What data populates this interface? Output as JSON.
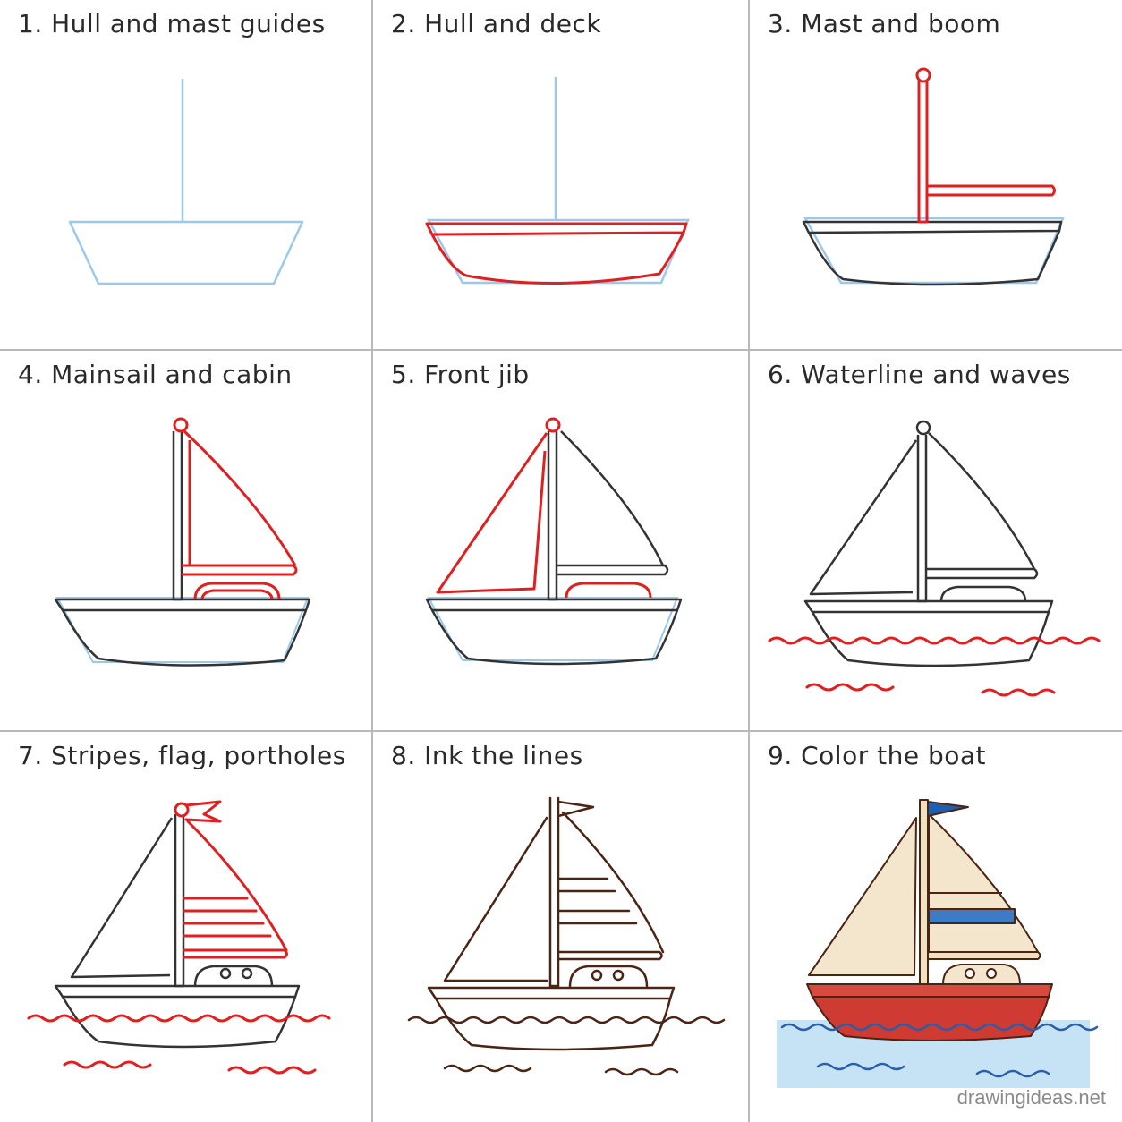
{
  "steps": [
    {
      "label": "1.  Hull and mast guides"
    },
    {
      "label": "2.  Hull and deck"
    },
    {
      "label": "3.  Mast and boom"
    },
    {
      "label": "4.  Mainsail and cabin"
    },
    {
      "label": "5.  Front jib"
    },
    {
      "label": "6.  Waterline and waves"
    },
    {
      "label": "7.  Stripes, flag, portholes"
    },
    {
      "label": "8.  Ink the lines"
    },
    {
      "label": "9.  Color the boat"
    }
  ],
  "watermark": "drawingideas.net",
  "colors": {
    "guide": "#9cc8ec",
    "new_stroke": "#e02020",
    "pencil": "#333333",
    "ink": "#4a2414",
    "hull_fill": "#cf3a32",
    "sail_fill": "#f3e6cc",
    "stripe_blue": "#3d7cc4",
    "flag_blue": "#1f5fb0",
    "water": "#b8dcf2",
    "divider": "#b9b9b9"
  }
}
